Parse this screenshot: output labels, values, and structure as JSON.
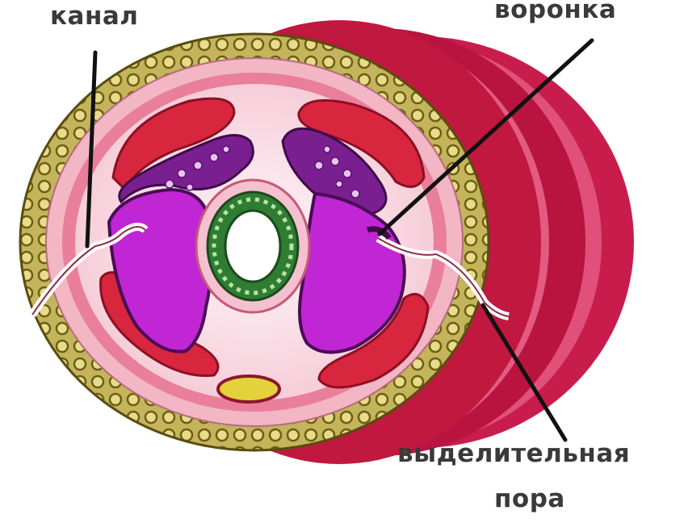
{
  "labels": {
    "canal": "канал",
    "funnel": "воронка",
    "excretory": "выделительная",
    "pore": "пора"
  },
  "colors": {
    "body_wall": "#c9184a",
    "body_wall_light": "#e05575",
    "epidermis_ring": "#b3a24a",
    "epidermis_cell": "#8a7a1c",
    "muscle_bands": "#d7263d",
    "coelom_cavity": "#f7e6ee",
    "nephridium": "#a21caf",
    "nephridium_dark": "#6b1a8a",
    "intestine_ring": "#2f7d32",
    "nerve_cord": "#e3d23a",
    "leader_line": "#111111"
  }
}
